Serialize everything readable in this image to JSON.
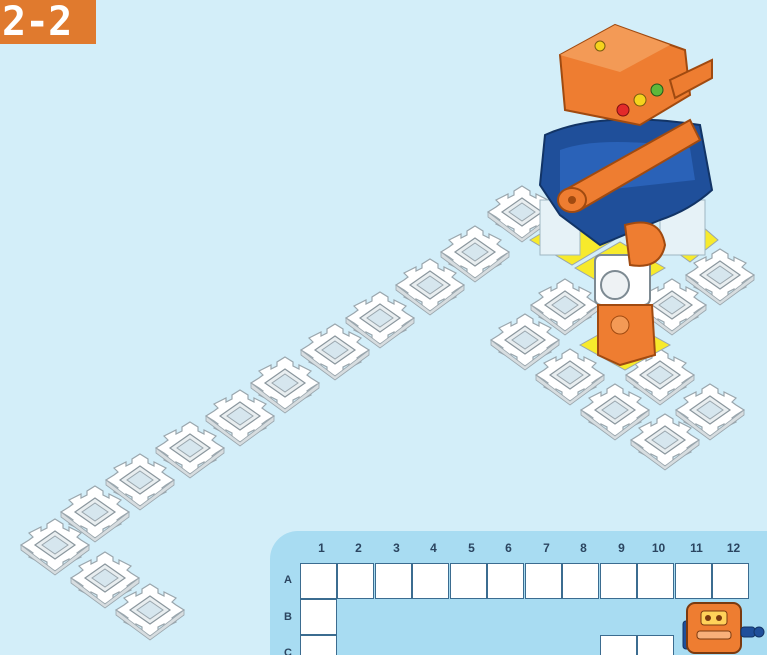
{
  "badge": {
    "label": "2-2"
  },
  "colors": {
    "background": "#d3eef9",
    "badge": "#e07a2e",
    "robot_orange": "#ee7d31",
    "robot_blue": "#1f4f9a",
    "highlight_yellow": "#f7ea2c",
    "tile_white": "#ffffff",
    "grid_panel": "#a8dcf2"
  },
  "grid": {
    "columns": [
      "1",
      "2",
      "3",
      "4",
      "5",
      "6",
      "7",
      "8",
      "9",
      "10",
      "11",
      "12"
    ],
    "rows": [
      "A",
      "B",
      "C"
    ]
  },
  "icons": [
    "robot-icon",
    "mini-robot-icon"
  ]
}
